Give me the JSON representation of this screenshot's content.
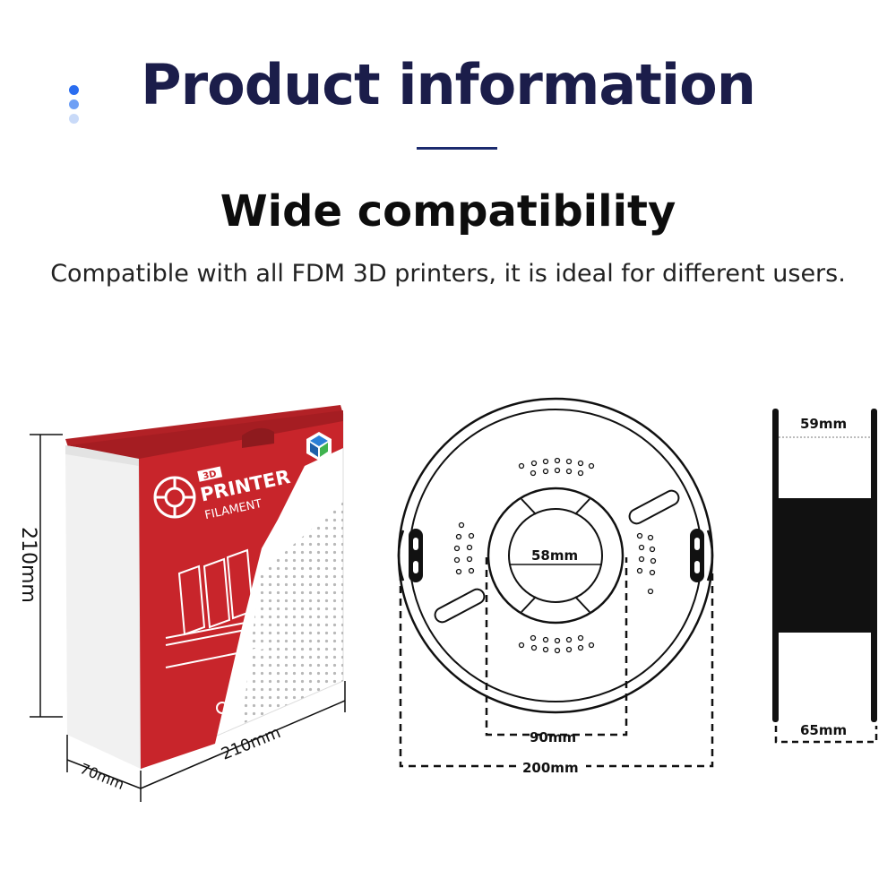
{
  "header": {
    "title": "Product information",
    "dot_colors": [
      "#2a6df0",
      "#6fa0f5",
      "#b9cff8"
    ],
    "rule_color": "#1b2a6e"
  },
  "section": {
    "subtitle": "Wide compatibility",
    "description": "Compatible with all FDM 3D printers, it is ideal for different users."
  },
  "box": {
    "height_label": "210mm",
    "width_label": "210mm",
    "depth_label": "70mm",
    "brand_3d": "3D",
    "brand_printer": "PRINTER",
    "brand_filament": "FILAMENT",
    "colors": {
      "red": "#c8252b",
      "dark_red": "#a51d22"
    }
  },
  "spool": {
    "hub_label": "58mm",
    "inner_label": "90mm",
    "outer_label": "200mm"
  },
  "side": {
    "top_label": "59mm",
    "bottom_label": "65mm"
  }
}
